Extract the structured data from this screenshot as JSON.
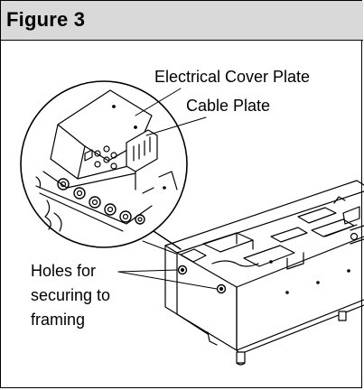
{
  "figure": {
    "title": "Figure 3"
  },
  "callouts": {
    "electrical_cover_plate": "Electrical Cover Plate",
    "cable_plate": "Cable Plate",
    "holes_line1": "Holes for",
    "holes_line2": "securing to",
    "holes_line3": "framing"
  },
  "colors": {
    "header_bg": "#d9d9d9",
    "line": "#000000",
    "paper": "#ffffff"
  }
}
